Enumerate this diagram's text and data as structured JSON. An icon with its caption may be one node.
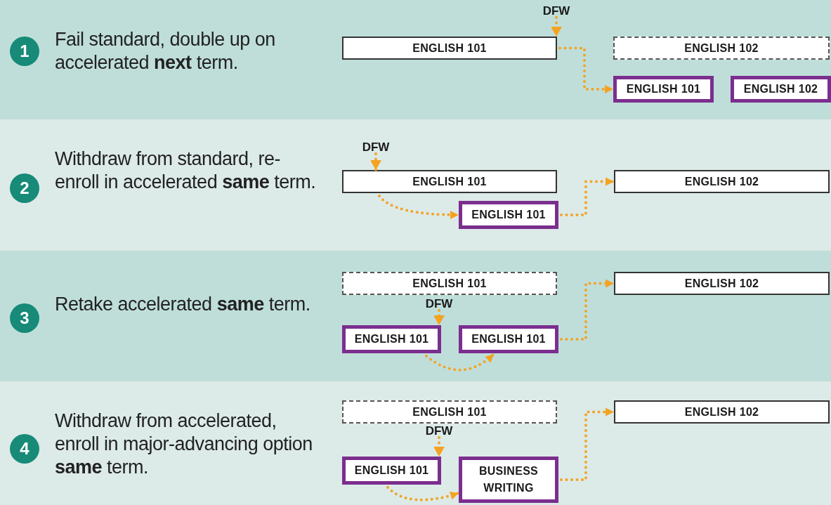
{
  "diagram": {
    "nodes": [
      {
        "text": [
          "Fail standard, double up on accelerated **next** term."
        ]
      },
      {
        "text": [
          "1"
        ],
        "in": 0
      },
      {
        "text": [
          "DFW"
        ],
        "in": 0
      },
      {
        "text": [
          "ENGLISH 101"
        ],
        "in": 0
      },
      {
        "text": [
          "ENGLISH 102"
        ],
        "in": 0
      },
      {
        "text": [
          "ENGLISH 101"
        ],
        "in": 0
      },
      {
        "text": [
          "ENGLISH 102"
        ],
        "in": 0
      },
      {
        "text": [
          "Withdraw from standard, re-enroll in accelerated **same** term."
        ]
      },
      {
        "text": [
          "2"
        ],
        "in": 7
      },
      {
        "text": [
          "DFW"
        ],
        "in": 7
      },
      {
        "text": [
          "ENGLISH 101"
        ],
        "in": 7
      },
      {
        "text": [
          "ENGLISH 102"
        ],
        "in": 7
      },
      {
        "text": [
          "ENGLISH 101"
        ],
        "in": 7
      },
      {
        "text": [
          "Retake accelerated **same** term."
        ]
      },
      {
        "text": [
          "3"
        ],
        "in": 13
      },
      {
        "text": [
          "ENGLISH 101"
        ],
        "in": 13
      },
      {
        "text": [
          "ENGLISH 102"
        ],
        "in": 13
      },
      {
        "text": [
          "DFW"
        ],
        "in": 13
      },
      {
        "text": [
          "ENGLISH 101"
        ],
        "in": 13
      },
      {
        "text": [
          "ENGLISH 101"
        ],
        "in": 13
      },
      {
        "text": [
          "Withdraw from accelerated, enroll in major-advancing option **same** term."
        ]
      },
      {
        "text": [
          "4"
        ],
        "in": 20
      },
      {
        "text": [
          "ENGLISH 101"
        ],
        "in": 20
      },
      {
        "text": [
          "ENGLISH 102"
        ],
        "in": 20
      },
      {
        "text": [
          "DFW"
        ],
        "in": 20
      },
      {
        "text": [
          "ENGLISH 101"
        ],
        "in": 20
      },
      {
        "text": [
          "BUSINESS WRITING"
        ],
        "in": 20
      }
    ],
    "edges": [
      {
        "from": 2,
        "to": 3,
        "arrow": "to"
      },
      {
        "from": 3,
        "to": 5,
        "arrow": "to"
      },
      {
        "from": 9,
        "to": 10,
        "arrow": "to"
      },
      {
        "from": 10,
        "to": 12,
        "arrow": "to"
      },
      {
        "from": 12,
        "to": 11,
        "arrow": "to"
      },
      {
        "from": 17,
        "to": 18,
        "arrow": "to"
      },
      {
        "from": 18,
        "to": 19,
        "arrow": "to"
      },
      {
        "from": 19,
        "to": 16,
        "arrow": "to"
      },
      {
        "from": 24,
        "to": 25,
        "arrow": "to"
      },
      {
        "from": 25,
        "to": 26,
        "arrow": "to"
      },
      {
        "from": 26,
        "to": 23,
        "arrow": "to"
      }
    ]
  }
}
